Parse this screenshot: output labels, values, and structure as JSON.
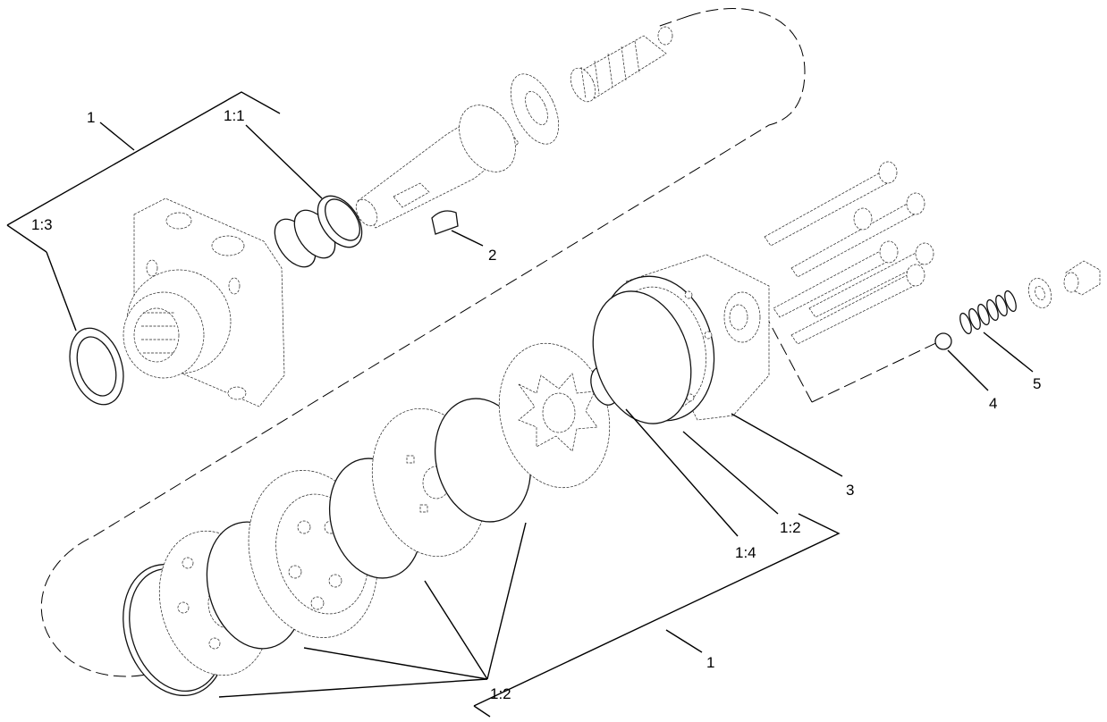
{
  "callouts": {
    "c1_top": "1",
    "c1_1": "1:1",
    "c1_3": "1:3",
    "c2": "2",
    "c3": "3",
    "c4": "4",
    "c5": "5",
    "c1_2_right": "1:2",
    "c1_4": "1:4",
    "c1_bottom": "1",
    "c1_2_bottom": "1:2"
  }
}
